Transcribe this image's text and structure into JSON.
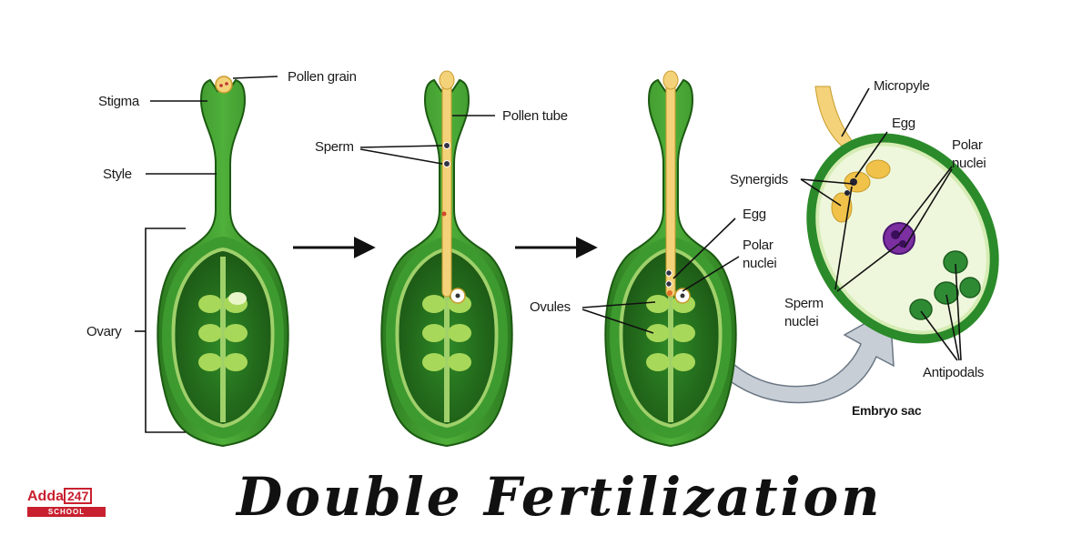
{
  "labels": {
    "pollen_grain": "Pollen grain",
    "stigma": "Stigma",
    "style": "Style",
    "ovary": "Ovary",
    "pollen_tube": "Pollen tube",
    "sperm": "Sperm",
    "ovules": "Ovules",
    "egg_stage3": "Egg",
    "polar_nuclei_stage3": "Polar nuclei",
    "micropyle": "Micropyle",
    "egg_sac": "Egg",
    "polar_nuclei_sac": "Polar nuclei",
    "synergids": "Synergids",
    "sperm_nuclei": "Sperm nuclei",
    "antipodals": "Antipodals",
    "embryo_sac": "Embryo sac"
  },
  "title": "Double Fertilization",
  "logo": {
    "name": "Adda",
    "number": "247",
    "sub": "SCHOOL"
  },
  "colors": {
    "pistil_light": "#3f9a2c",
    "pistil_dark": "#1f5c16",
    "ovary_inner": "#2d7a24",
    "ovule": "#a8d85a",
    "pollen": "#f4d27a",
    "polar_nuclei": "#7b2fa0",
    "arrow_gray": "#c7ced6",
    "logo_red": "#c8202f"
  }
}
